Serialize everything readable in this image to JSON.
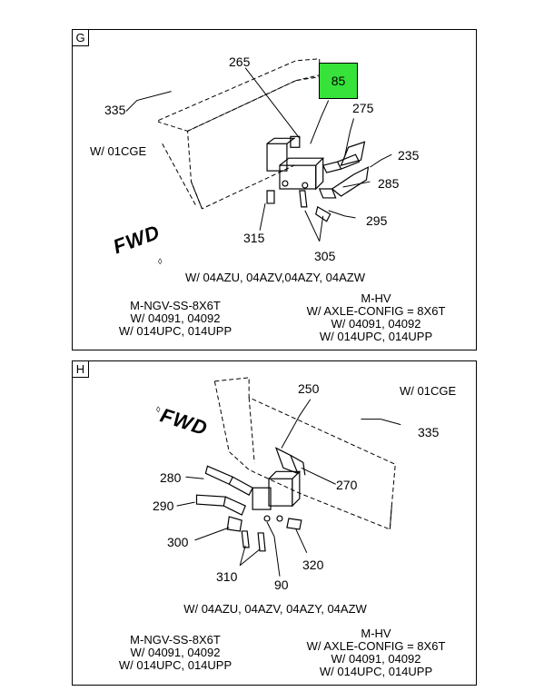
{
  "colors": {
    "highlight": "#37e23a",
    "line": "#000000",
    "background": "#ffffff"
  },
  "panel_g": {
    "tag": "G",
    "fwd": "FWD",
    "callouts": {
      "c265": "265",
      "c85": "85",
      "c275": "275",
      "c335": "335",
      "c235": "235",
      "c285": "285",
      "c295": "295",
      "c315": "315",
      "c305": "305"
    },
    "rail_note": "W/ 01CGE",
    "config_line": "W/ 04AZU, 04AZV,04AZY, 04AZW",
    "left_note": [
      "M-NGV-SS-8X6T",
      "W/ 04091, 04092",
      "W/ 014UPC, 014UPP"
    ],
    "right_note": [
      "M-HV",
      "W/ AXLE-CONFIG = 8X6T",
      "W/ 04091, 04092",
      "W/ 014UPC, 014UPP"
    ]
  },
  "panel_h": {
    "tag": "H",
    "fwd": "FWD",
    "callouts": {
      "c250": "250",
      "c335": "335",
      "c280": "280",
      "c270": "270",
      "c290": "290",
      "c300": "300",
      "c310": "310",
      "c90": "90",
      "c320": "320"
    },
    "rail_note": "W/ 01CGE",
    "config_line": "W/ 04AZU, 04AZV, 04AZY, 04AZW",
    "left_note": [
      "M-NGV-SS-8X6T",
      "W/ 04091, 04092",
      "W/ 014UPC, 014UPP"
    ],
    "right_note": [
      "M-HV",
      "W/ AXLE-CONFIG = 8X6T",
      "W/ 04091, 04092",
      "W/ 014UPC, 014UPP"
    ]
  }
}
